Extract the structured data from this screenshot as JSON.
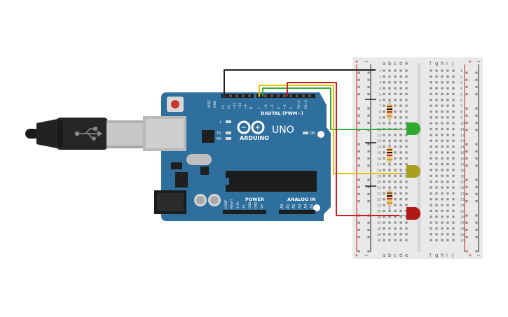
{
  "board": {
    "brand": "ARDUINO",
    "model": "UNO",
    "digital_header": "DIGITAL (PWM~)",
    "power_label": "POWER",
    "analog_label": "ANALOG IN",
    "on_label": "ON",
    "l_label": "L",
    "tx_label": "TX",
    "rx_label": "RX",
    "aref_label": "AREF",
    "gnd_label": "GND",
    "digital_pins": [
      "13",
      "12",
      "~11",
      "~10",
      "~9",
      "8",
      "7",
      "~6",
      "~5",
      "4",
      "~3",
      "2",
      "TX→1",
      "RX←0"
    ],
    "power_pins": [
      "IOREF",
      "RESET",
      "3.3V",
      "5V",
      "GND",
      "GND",
      "Vin"
    ],
    "analog_pins": [
      "A0",
      "A1",
      "A2",
      "A3",
      "A4",
      "A5"
    ]
  },
  "breadboard": {
    "col_letters_left": [
      "a",
      "b",
      "c",
      "d",
      "e"
    ],
    "col_letters_right": [
      "f",
      "g",
      "h",
      "i",
      "j"
    ],
    "row_numbers": [
      "1",
      "2",
      "3",
      "4",
      "5",
      "6",
      "7",
      "8",
      "9",
      "10",
      "11",
      "12",
      "13",
      "14",
      "15",
      "16",
      "17",
      "18",
      "19",
      "20",
      "21",
      "22",
      "23",
      "24",
      "25",
      "26",
      "27",
      "28",
      "29",
      "30"
    ],
    "plus": "+",
    "minus": "−"
  },
  "components": {
    "leds": [
      {
        "name": "green-led",
        "color": "#2eaa2e"
      },
      {
        "name": "yellow-led",
        "color": "#a8a01e"
      },
      {
        "name": "red-led",
        "color": "#b01818"
      }
    ],
    "wire_colors": {
      "gnd": "#222222",
      "green": "#35b035",
      "yellow": "#e6c400",
      "red": "#d01c1c"
    }
  },
  "colors": {
    "board": "#2f6f9e",
    "board_dark": "#24597f",
    "breadboard": "#e9e9e9"
  }
}
